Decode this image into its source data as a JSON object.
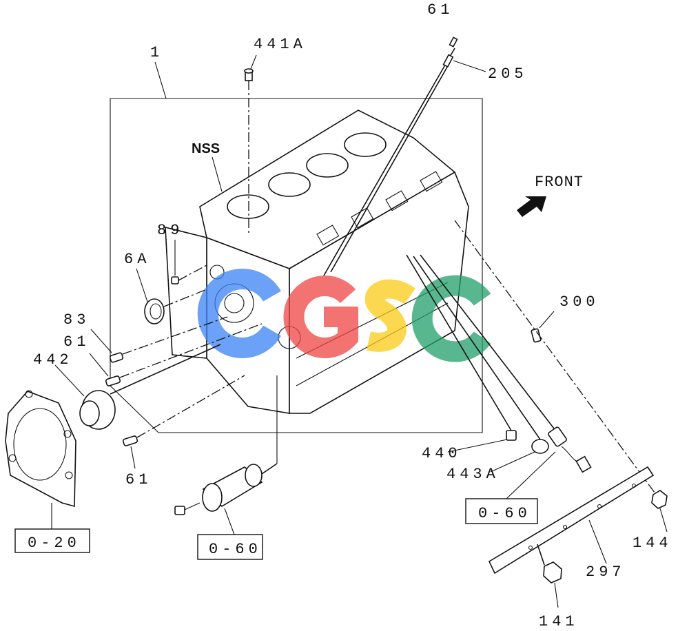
{
  "labels": {
    "p1": "1",
    "p441a": "441A",
    "p61_top": "61",
    "p205": "205",
    "nss": "NSS",
    "front": "FRONT",
    "p89": "89",
    "p6a": "6A",
    "p83": "83",
    "p61_left": "61",
    "p442": "442",
    "p61_bottom": "61",
    "p300": "300",
    "p440": "440",
    "p443a": "443A",
    "p144": "144",
    "p297": "297",
    "p141": "141"
  },
  "refs": {
    "r020": "0-20",
    "r060_mid": "0-60",
    "r060_right": "0-60"
  },
  "watermark": {
    "letters": [
      "C",
      "G",
      "S",
      "C"
    ],
    "colors": [
      "#3b82f6",
      "#ef4444",
      "#facc15",
      "#22a06b"
    ]
  }
}
